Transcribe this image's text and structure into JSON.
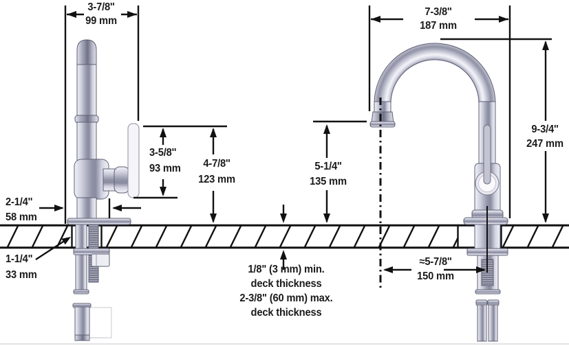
{
  "drawing": {
    "type": "faucet installation dimension diagram",
    "views": [
      "side view (single-hole bar faucet)",
      "front view (gooseneck spout)"
    ],
    "line_color": "#111111",
    "metal_color": "#9193a7",
    "dims": {
      "overall_depth": {
        "in": "3-7/8''",
        "mm": "99 mm"
      },
      "spout_top_reach": {
        "in": "7-3/8''",
        "mm": "187 mm"
      },
      "handle_height": {
        "in": "3-5/8''",
        "mm": "93 mm"
      },
      "body_height": {
        "in": "4-7/8''",
        "mm": "123 mm"
      },
      "base_depth": {
        "in": "2-1/4''",
        "mm": "58 mm"
      },
      "mounting_hole": {
        "in": "1-1/4\"",
        "mm": "33 mm"
      },
      "outlet_height": {
        "in": "5-1/4''",
        "mm": "135 mm"
      },
      "overall_height": {
        "in": "9-3/4''",
        "mm": "247 mm"
      },
      "spout_reach": {
        "in": "≈5-7/8''",
        "mm": "150 mm"
      },
      "deck_note_1": "1/8\" (3 mm) min.",
      "deck_note_2": "deck thickness",
      "deck_note_3": "2-3/8\" (60 mm) max.",
      "deck_note_4": "deck thickness"
    }
  }
}
